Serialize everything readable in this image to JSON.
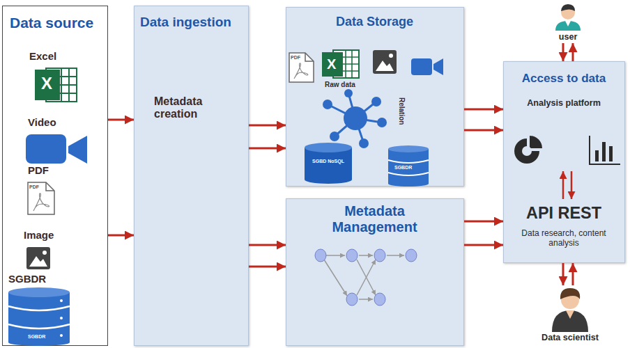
{
  "diagram": {
    "nodes": [
      {
        "text": [
          "Data source"
        ]
      },
      {
        "text": [
          "Data ingestion",
          "Metadata creation"
        ]
      },
      {
        "text": [
          "Data Storage"
        ]
      },
      {
        "text": [
          "Metadata Management"
        ]
      },
      {
        "text": [
          "Access to data",
          "Analysis platform",
          "API REST",
          "Data research, content analysis"
        ]
      },
      {
        "text": [
          "user"
        ]
      },
      {
        "text": [
          "Data scientist"
        ]
      }
    ],
    "edges": [
      {
        "from": 0,
        "to": 1,
        "arrow": "to"
      },
      {
        "from": 0,
        "to": 1,
        "arrow": "to"
      },
      {
        "from": 1,
        "to": 2,
        "arrow": "to"
      },
      {
        "from": 1,
        "to": 2,
        "arrow": "to"
      },
      {
        "from": 1,
        "to": 3,
        "arrow": "to"
      },
      {
        "from": 1,
        "to": 3,
        "arrow": "to"
      },
      {
        "from": 2,
        "to": 4,
        "arrow": "to"
      },
      {
        "from": 2,
        "to": 4,
        "arrow": "to"
      },
      {
        "from": 3,
        "to": 4,
        "arrow": "to"
      },
      {
        "from": 3,
        "to": 4,
        "arrow": "to"
      },
      {
        "from": 5,
        "to": 4,
        "arrow": "to"
      },
      {
        "from": 4,
        "to": 5,
        "arrow": "to"
      },
      {
        "from": 4,
        "to": 6,
        "arrow": "to"
      },
      {
        "from": 6,
        "to": 4,
        "arrow": "to"
      }
    ],
    "labels": [
      "Excel",
      "X",
      "Video",
      "PDF",
      "PDF",
      "Image",
      "SGBDR",
      "SGBDR",
      "PDF",
      "X",
      "Raw data",
      "Relation",
      "SGBD NoSQL",
      "SGBDR"
    ]
  }
}
